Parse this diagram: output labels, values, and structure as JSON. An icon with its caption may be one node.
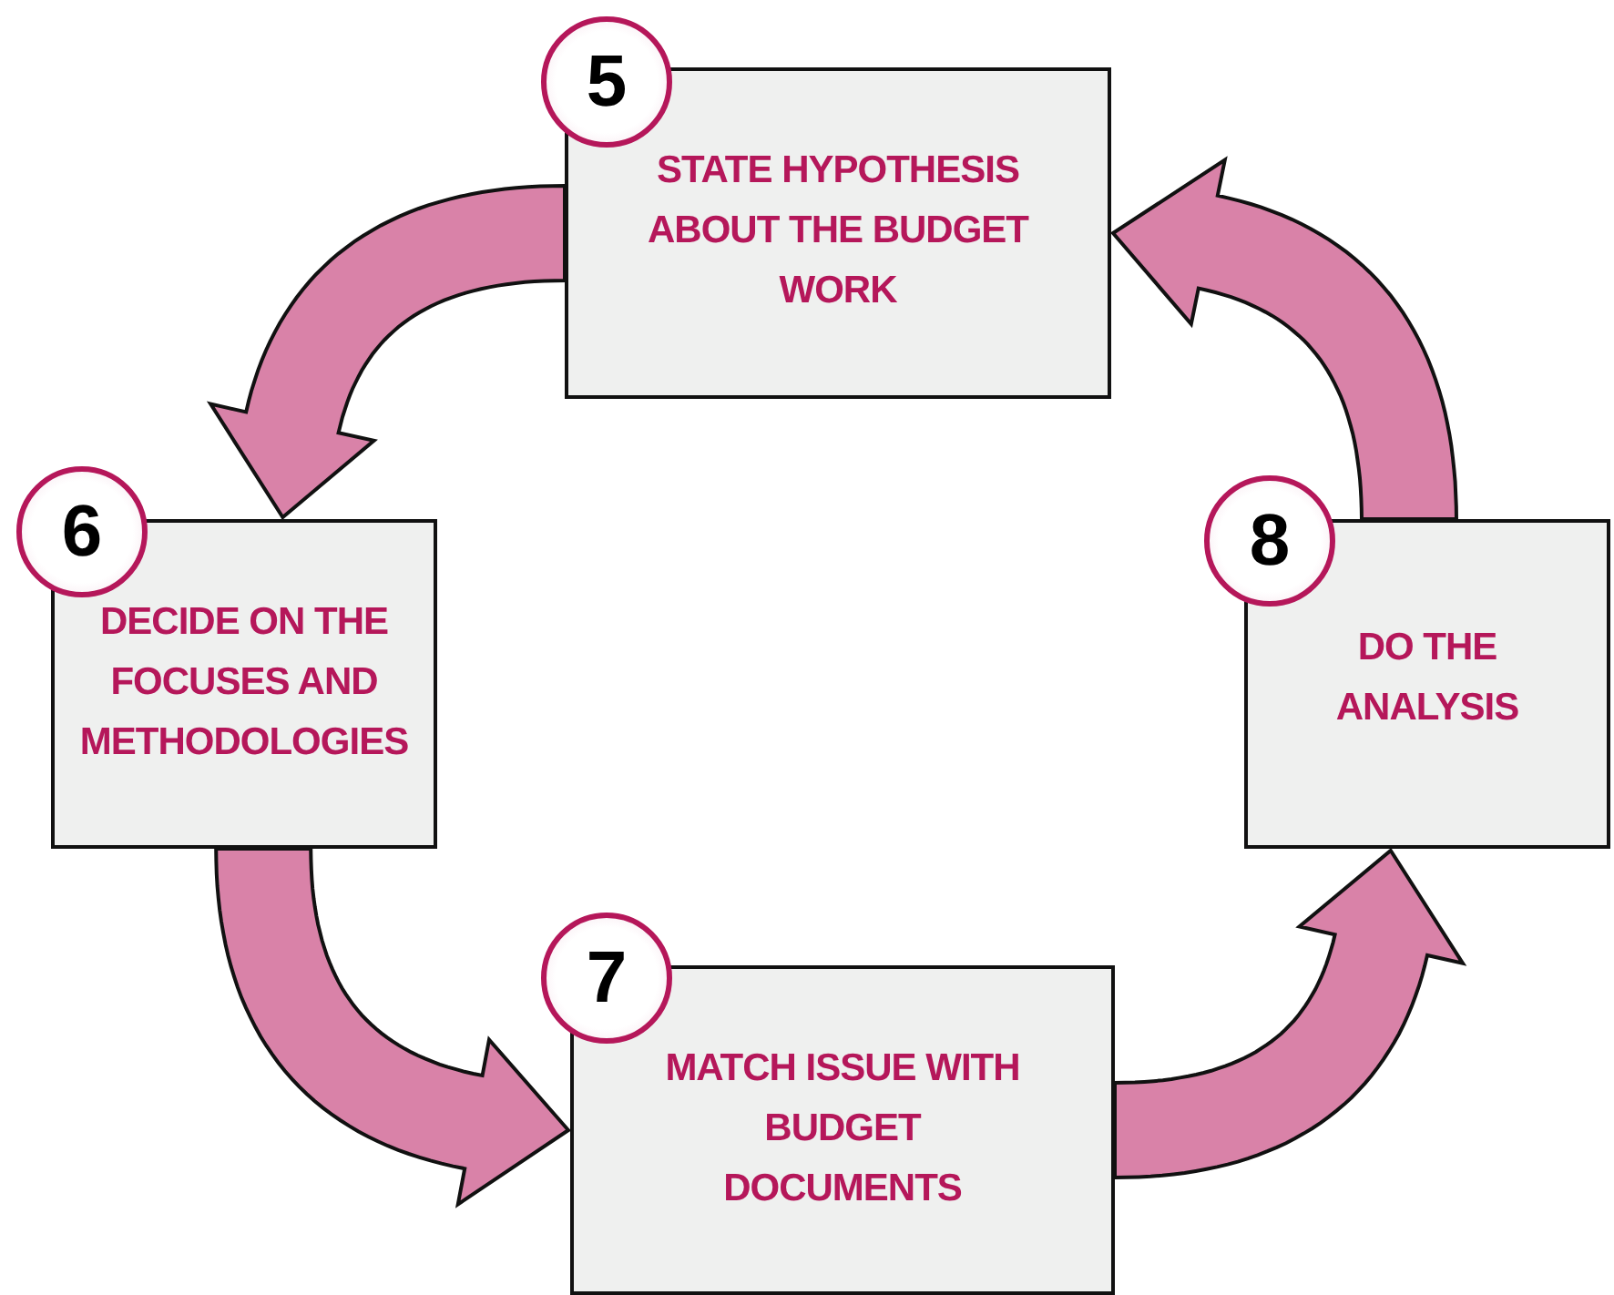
{
  "diagram": {
    "nodes": [
      {
        "text": [
          "5"
        ]
      },
      {
        "text": [
          "STATE HYPOTHESIS ABOUT THE BUDGET WORK"
        ]
      },
      {
        "text": [
          "6"
        ]
      },
      {
        "text": [
          "DECIDE ON THE FOCUSES AND METHODOLOGIES"
        ]
      },
      {
        "text": [
          "8"
        ]
      },
      {
        "text": [
          "DO THE ANALYSIS"
        ]
      },
      {
        "text": [
          "7"
        ]
      },
      {
        "text": [
          "MATCH ISSUE WITH BUDGET DOCUMENTS"
        ]
      }
    ],
    "edges": [
      {
        "from": 1,
        "to": 3,
        "arrow": "to"
      },
      {
        "from": 3,
        "to": 7,
        "arrow": "to"
      },
      {
        "from": 7,
        "to": 5,
        "arrow": "to"
      },
      {
        "from": 5,
        "to": 1,
        "arrow": "to"
      }
    ]
  }
}
